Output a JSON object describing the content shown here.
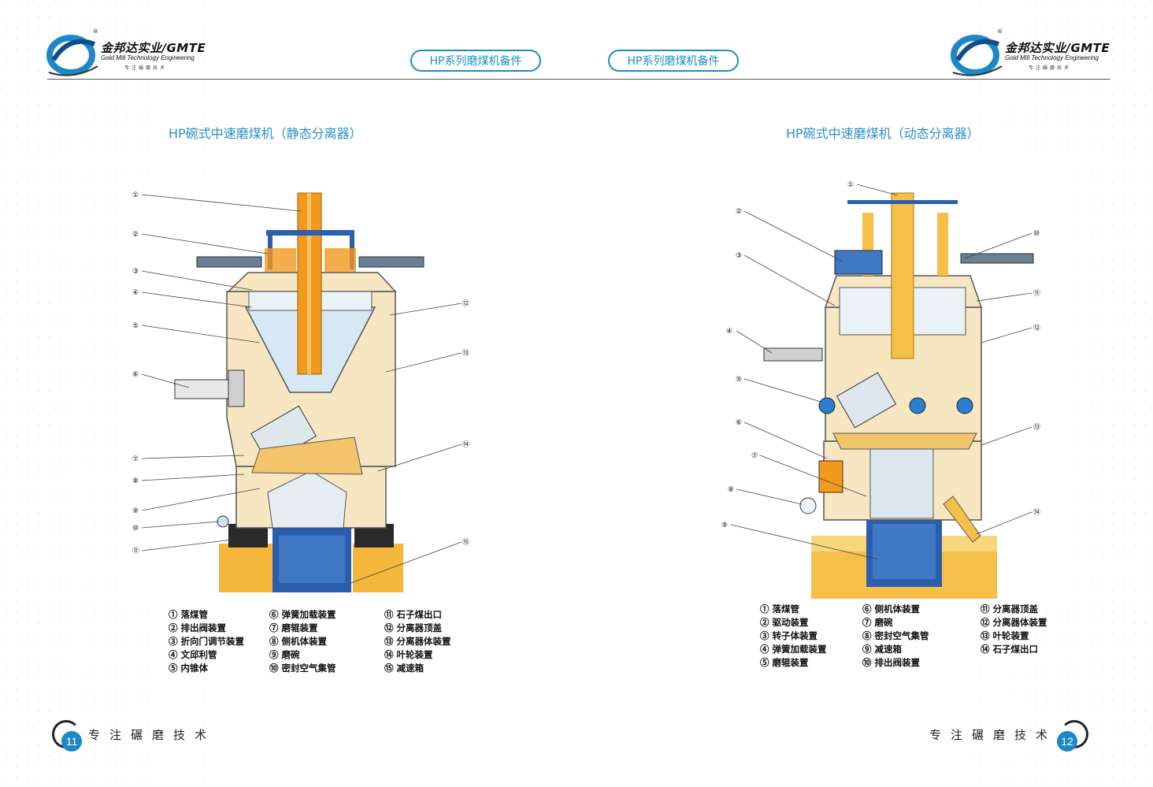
{
  "brand": {
    "name_cn": "金邦达实业/GMTE",
    "name_en": "Gold Mill Technology Engineering",
    "tagline": "专注碾磨技术",
    "registered_mark": "®"
  },
  "header": {
    "series_label_left": "HP系列磨煤机备件",
    "series_label_right": "HP系列磨煤机备件"
  },
  "left_page": {
    "title": "HP碗式中速磨煤机（静态分离器）",
    "legend": [
      [
        "① 落煤管",
        "② 排出阀装置",
        "③ 折向门调节装置",
        "④ 文邱利管",
        "⑤ 内锥体"
      ],
      [
        "⑥ 弹簧加载装置",
        "⑦ 磨辊装置",
        "⑧ 侧机体装置",
        "⑨ 磨碗",
        "⑩ 密封空气集管"
      ],
      [
        "⑪ 石子煤出口",
        "⑫ 分离器顶盖",
        "⑬ 分离器体装置",
        "⑭ 叶轮装置",
        "⑮ 减速箱"
      ]
    ],
    "callouts": [
      "①",
      "②",
      "③",
      "④",
      "⑤",
      "⑥",
      "⑦",
      "⑧",
      "⑨",
      "⑩",
      "⑪",
      "⑫",
      "⑬",
      "⑭",
      "⑮"
    ],
    "page_number": "11",
    "footer_text": "专注碾磨技术"
  },
  "right_page": {
    "title": "HP碗式中速磨煤机（动态分离器）",
    "legend": [
      [
        "① 落煤管",
        "② 驱动装置",
        "③ 转子体装置",
        "④ 弹簧加载装置",
        "⑤ 磨辊装置"
      ],
      [
        "⑥ 侧机体装置",
        "⑦ 磨碗",
        "⑧ 密封空气集管",
        "⑨ 减速箱",
        "⑩ 排出阀装置"
      ],
      [
        "⑪ 分离器顶盖",
        "⑫ 分离器体装置",
        "⑬ 叶轮装置",
        "⑭ 石子煤出口"
      ]
    ],
    "callouts": [
      "①",
      "②",
      "③",
      "④",
      "⑤",
      "⑥",
      "⑦",
      "⑧",
      "⑨",
      "⑩",
      "⑪",
      "⑫",
      "⑬",
      "⑭"
    ],
    "page_number": "12",
    "footer_text": "专注碾磨技术"
  },
  "colors": {
    "accent_blue": "#1a8fc4",
    "machine_body": "#f6e6c2",
    "orange_pipe": "#f29a1e",
    "steel_blue": "#2b5fae",
    "foundation": "#f5b63c"
  }
}
